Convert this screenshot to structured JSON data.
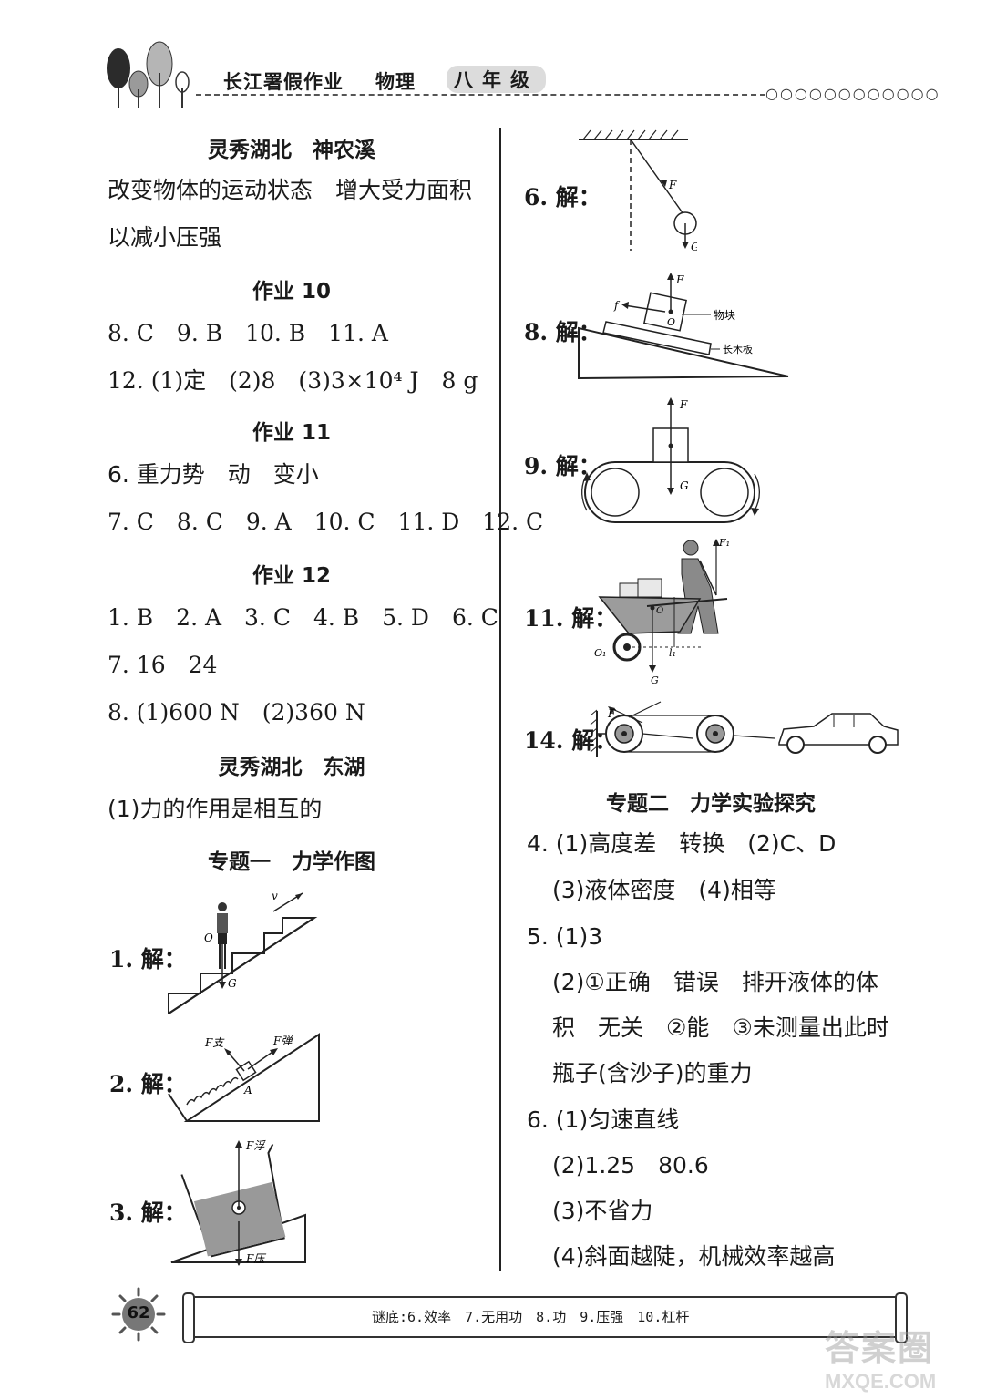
{
  "header": {
    "series": "长江署假作业",
    "subject": "物理",
    "grade": "八年级"
  },
  "left": {
    "h_shennong": "灵秀湖北　神农溪",
    "shennong_line1": "改变物体的运动状态　增大受力面积",
    "shennong_line2": "以减小压强",
    "h_hw10": "作业 10",
    "hw10_line1": "8. C　9. B　10. B　11. A",
    "hw10_line2": "12. (1)定　(2)8　(3)3×10⁴ J　8 g",
    "h_hw11": "作业 11",
    "hw11_line1": "6. 重力势　动　变小",
    "hw11_line2": "7. C　8. C　9. A　10. C　11. D　12. C",
    "h_hw12": "作业 12",
    "hw12_line1": "1. B　2. A　3. C　4. B　5. D　6. C",
    "hw12_line2": "7. 16　24",
    "hw12_line3": "8. (1)600 N　(2)360 N",
    "h_donghu": "灵秀湖北　东湖",
    "donghu_line1": "(1)力的作用是相互的",
    "h_topic1": "专题一　力学作图",
    "q1": "1. 解：",
    "q2": "2. 解：",
    "q3": "3. 解："
  },
  "right": {
    "q6": "6. 解：",
    "q8": "8. 解：",
    "q9": "9. 解：",
    "q11": "11. 解：",
    "q14": "14. 解：",
    "h_topic2": "专题二　力学实验探究",
    "a4_line1": "4. (1)高度差　转换　(2)C、D",
    "a4_line2": "(3)液体密度　(4)相等",
    "a5_line1": "5. (1)3",
    "a5_line2": "(2)①正确　错误　排开液体的体",
    "a5_line3": "积　无关　②能　③未测量出此时",
    "a5_line4": "瓶子(含沙子)的重力",
    "a6_line1": "6. (1)匀速直线",
    "a6_line2": "(2)1.25　80.6",
    "a6_line3": "(3)不省力",
    "a6_line4": "(4)斜面越陡，机械效率越高"
  },
  "figure_labels": {
    "v": "v",
    "O": "O",
    "G": "G",
    "F": "F",
    "f": "f",
    "A": "A",
    "F_zhi": "F支",
    "F_tan": "F弹",
    "F_fu": "F浮",
    "F_ya": "F压",
    "F1": "F₁",
    "O1": "O₁",
    "l1": "l₁",
    "block": "物块",
    "board": "长木板"
  },
  "footer": {
    "page_number": "62",
    "riddle": "谜底:6.效率　7.无用功　8.功　9.压强　10.杠杆"
  },
  "watermark": {
    "text": "答案圈",
    "url": "MXQE.COM"
  }
}
